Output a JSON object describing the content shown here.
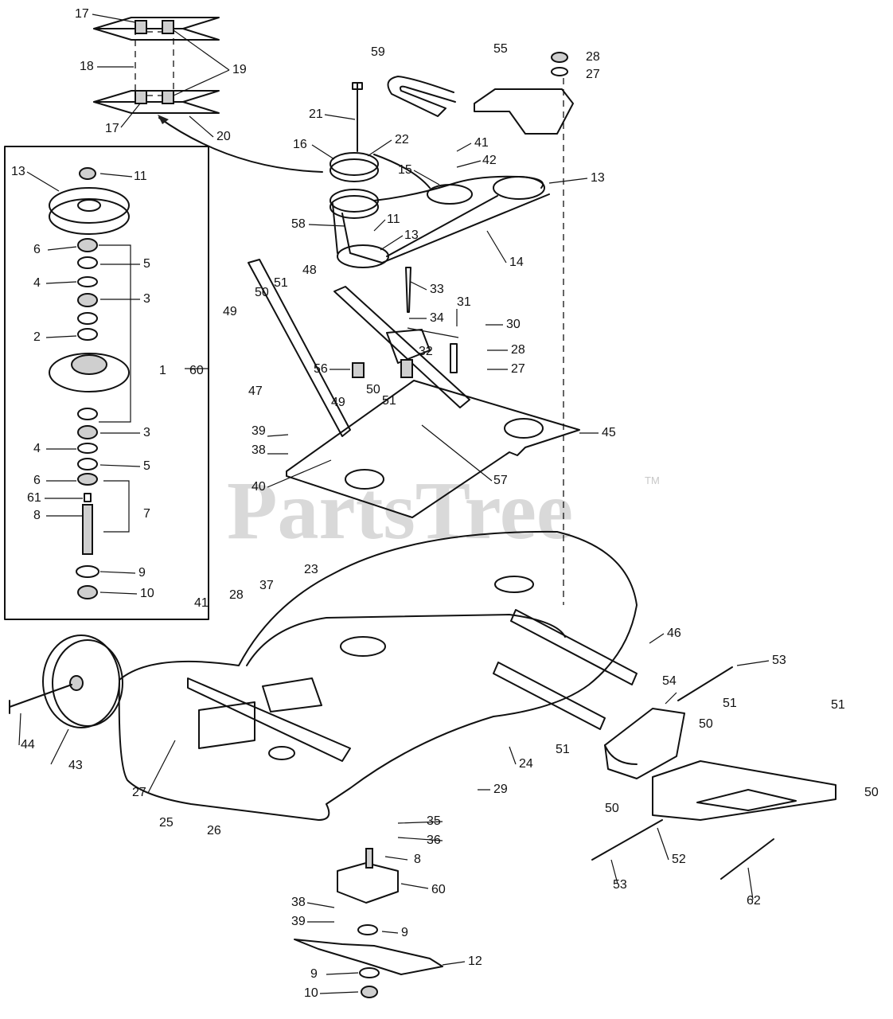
{
  "watermark": {
    "text": "PartsTree",
    "trademark": "TM"
  },
  "callouts": [
    {
      "id": "c17a",
      "n": "17"
    },
    {
      "id": "c18",
      "n": "18"
    },
    {
      "id": "c19",
      "n": "19"
    },
    {
      "id": "c17b",
      "n": "17"
    },
    {
      "id": "c20",
      "n": "20"
    },
    {
      "id": "c59",
      "n": "59"
    },
    {
      "id": "c55",
      "n": "55"
    },
    {
      "id": "c28a",
      "n": "28"
    },
    {
      "id": "c27a",
      "n": "27"
    },
    {
      "id": "c21",
      "n": "21"
    },
    {
      "id": "c16",
      "n": "16"
    },
    {
      "id": "c22",
      "n": "22"
    },
    {
      "id": "c41a",
      "n": "41"
    },
    {
      "id": "c42",
      "n": "42"
    },
    {
      "id": "c15",
      "n": "15"
    },
    {
      "id": "c13a",
      "n": "13"
    },
    {
      "id": "c58",
      "n": "58"
    },
    {
      "id": "c11a",
      "n": "11"
    },
    {
      "id": "c13b",
      "n": "13"
    },
    {
      "id": "c14",
      "n": "14"
    },
    {
      "id": "c13c",
      "n": "13"
    },
    {
      "id": "c11b",
      "n": "11"
    },
    {
      "id": "c6a",
      "n": "6"
    },
    {
      "id": "c5a",
      "n": "5"
    },
    {
      "id": "c4a",
      "n": "4"
    },
    {
      "id": "c3a",
      "n": "3"
    },
    {
      "id": "c2",
      "n": "2"
    },
    {
      "id": "c1",
      "n": "1"
    },
    {
      "id": "c60a",
      "n": "60"
    },
    {
      "id": "c3b",
      "n": "3"
    },
    {
      "id": "c4b",
      "n": "4"
    },
    {
      "id": "c5b",
      "n": "5"
    },
    {
      "id": "c6b",
      "n": "6"
    },
    {
      "id": "c61",
      "n": "61"
    },
    {
      "id": "c7",
      "n": "7"
    },
    {
      "id": "c8a",
      "n": "8"
    },
    {
      "id": "c9a",
      "n": "9"
    },
    {
      "id": "c10a",
      "n": "10"
    },
    {
      "id": "c48",
      "n": "48"
    },
    {
      "id": "c33",
      "n": "33"
    },
    {
      "id": "c49a",
      "n": "49"
    },
    {
      "id": "c50a",
      "n": "50"
    },
    {
      "id": "c51a",
      "n": "51"
    },
    {
      "id": "c34",
      "n": "34"
    },
    {
      "id": "c31",
      "n": "31"
    },
    {
      "id": "c30",
      "n": "30"
    },
    {
      "id": "c28b",
      "n": "28"
    },
    {
      "id": "c27b",
      "n": "27"
    },
    {
      "id": "c56",
      "n": "56"
    },
    {
      "id": "c32",
      "n": "32"
    },
    {
      "id": "c47",
      "n": "47"
    },
    {
      "id": "c49b",
      "n": "49"
    },
    {
      "id": "c50b",
      "n": "50"
    },
    {
      "id": "c51b",
      "n": "51"
    },
    {
      "id": "c39a",
      "n": "39"
    },
    {
      "id": "c38a",
      "n": "38"
    },
    {
      "id": "c45",
      "n": "45"
    },
    {
      "id": "c40",
      "n": "40"
    },
    {
      "id": "c57",
      "n": "57"
    },
    {
      "id": "c23",
      "n": "23"
    },
    {
      "id": "c37",
      "n": "37"
    },
    {
      "id": "c41b",
      "n": "41"
    },
    {
      "id": "c28c",
      "n": "28"
    },
    {
      "id": "c46",
      "n": "46"
    },
    {
      "id": "c53a",
      "n": "53"
    },
    {
      "id": "c54",
      "n": "54"
    },
    {
      "id": "c51c",
      "n": "51"
    },
    {
      "id": "c51d",
      "n": "51"
    },
    {
      "id": "c50c",
      "n": "50"
    },
    {
      "id": "c50d",
      "n": "50"
    },
    {
      "id": "c44",
      "n": "44"
    },
    {
      "id": "c43",
      "n": "43"
    },
    {
      "id": "c27c",
      "n": "27"
    },
    {
      "id": "c24",
      "n": "24"
    },
    {
      "id": "c29",
      "n": "29"
    },
    {
      "id": "c51e",
      "n": "51"
    },
    {
      "id": "c50e",
      "n": "50"
    },
    {
      "id": "c25",
      "n": "25"
    },
    {
      "id": "c26",
      "n": "26"
    },
    {
      "id": "c35",
      "n": "35"
    },
    {
      "id": "c36",
      "n": "36"
    },
    {
      "id": "c8b",
      "n": "8"
    },
    {
      "id": "c60b",
      "n": "60"
    },
    {
      "id": "c52",
      "n": "52"
    },
    {
      "id": "c53b",
      "n": "53"
    },
    {
      "id": "c62",
      "n": "62"
    },
    {
      "id": "c38b",
      "n": "38"
    },
    {
      "id": "c39b",
      "n": "39"
    },
    {
      "id": "c9b",
      "n": "9"
    },
    {
      "id": "c12",
      "n": "12"
    },
    {
      "id": "c9c",
      "n": "9"
    },
    {
      "id": "c10b",
      "n": "10"
    }
  ]
}
